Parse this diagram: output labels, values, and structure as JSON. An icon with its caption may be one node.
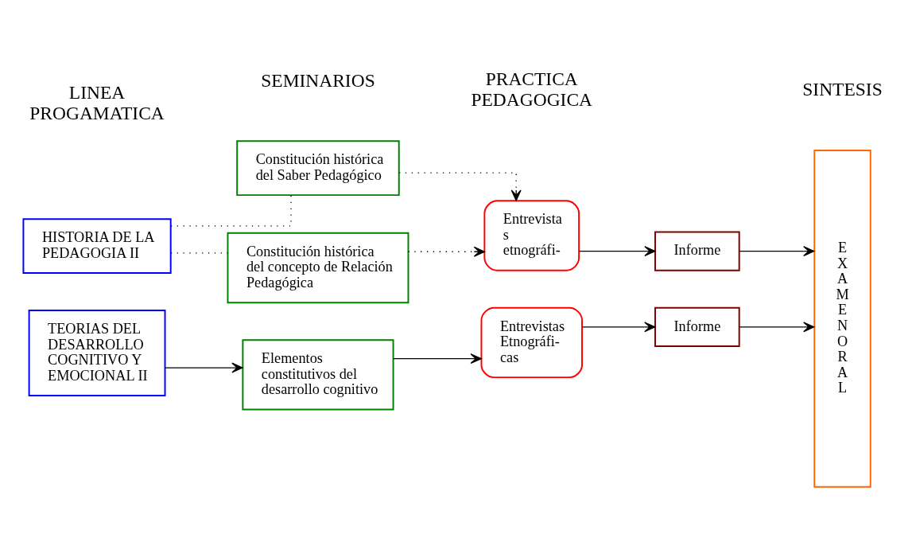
{
  "diagram": {
    "nodes": [
      {
        "text": [
          "HISTORIA DE LA PEDAGOGIA II"
        ]
      },
      {
        "text": [
          "Constitución histórica del Saber Pedagógico"
        ]
      },
      {
        "text": [
          "Constitución histórica del concepto de Relación Pedagógica"
        ]
      },
      {
        "text": [
          "Entrevista s etnográfi-"
        ]
      },
      {
        "text": [
          "Informe"
        ]
      },
      {
        "text": [
          "E X A M E N O R A L"
        ]
      },
      {
        "text": [
          "TEORIAS DEL DESARROLLO COGNITIVO Y EMOCIONAL II"
        ]
      },
      {
        "text": [
          "Elementos constitutivos del desarrollo cognitivo"
        ]
      },
      {
        "text": [
          "Entrevistas Etnográfi- cas"
        ]
      },
      {
        "text": [
          "Informe"
        ]
      }
    ],
    "edges": [
      {
        "from": 0,
        "to": 1,
        "arrow": "none",
        "style": "dashed"
      },
      {
        "from": 0,
        "to": 2,
        "arrow": "none",
        "style": "dashed"
      },
      {
        "from": 1,
        "to": 3,
        "arrow": "to",
        "style": "dashed"
      },
      {
        "from": 2,
        "to": 3,
        "arrow": "to",
        "style": "dashed"
      },
      {
        "from": 3,
        "to": 4,
        "arrow": "to"
      },
      {
        "from": 4,
        "to": 5,
        "arrow": "to"
      },
      {
        "from": 6,
        "to": 7,
        "arrow": "to"
      },
      {
        "from": 7,
        "to": 8,
        "arrow": "to"
      },
      {
        "from": 8,
        "to": 9,
        "arrow": "to"
      },
      {
        "from": 9,
        "to": 5,
        "arrow": "to"
      }
    ],
    "labels": [
      "LINEA PROGAMATICA",
      "SEMINARIOS",
      "PRACTICA PEDAGOGICA",
      "SINTESIS"
    ]
  }
}
